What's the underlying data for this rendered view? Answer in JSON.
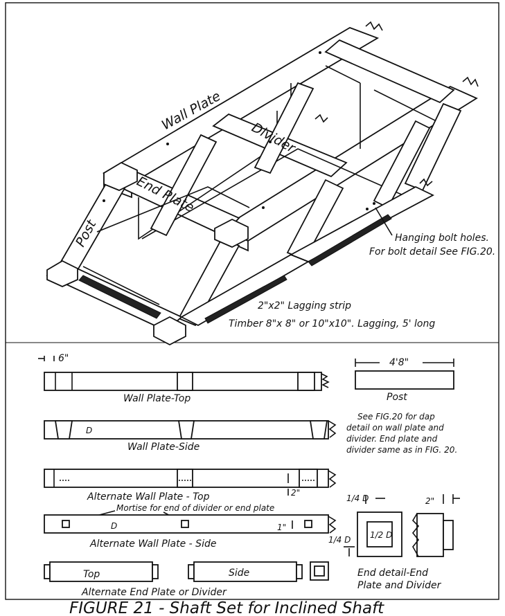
{
  "figure": {
    "caption": "FIGURE 21 - Shaft Set for Inclined Shaft"
  },
  "isometric": {
    "wall_plate": "Wall Plate",
    "divider": "Divider",
    "end_plate": "End Plate",
    "post": "Post",
    "hanging_bolt_note_1": "Hanging bolt holes.",
    "hanging_bolt_note_2": "For bolt detail See FIG.20.",
    "lagging_strip": "2\"x2\" Lagging strip",
    "timber_note": "Timber 8\"x 8\" or 10\"x10\". Lagging, 5' long"
  },
  "details": {
    "dim_6": "6\"",
    "wall_plate_top": "Wall Plate-Top",
    "wall_plate_side": "Wall Plate-Side",
    "d_mark": "D",
    "post_dim": "4'8\"",
    "post_label": "Post",
    "dap_note_1": "See FIG.20 for dap",
    "dap_note_2": "detail on wall plate and",
    "dap_note_3": "divider. End plate and",
    "dap_note_4": "divider same as in FIG. 20.",
    "alt_wall_plate_top": "Alternate Wall Plate - Top",
    "dim_2": "2\"",
    "mortise_note": "Mortise for end of divider or end plate",
    "dim_1": "1\"",
    "alt_wall_plate_side": "Alternate Wall Plate - Side",
    "quarter_d": "1/4 D",
    "half_d": "1/2 D",
    "dim_2b": "2\"",
    "end_top": "Top",
    "end_side": "Side",
    "alt_end_plate": "Alternate End Plate or Divider",
    "end_detail_1": "End detail-End",
    "end_detail_2": "Plate and Divider"
  }
}
